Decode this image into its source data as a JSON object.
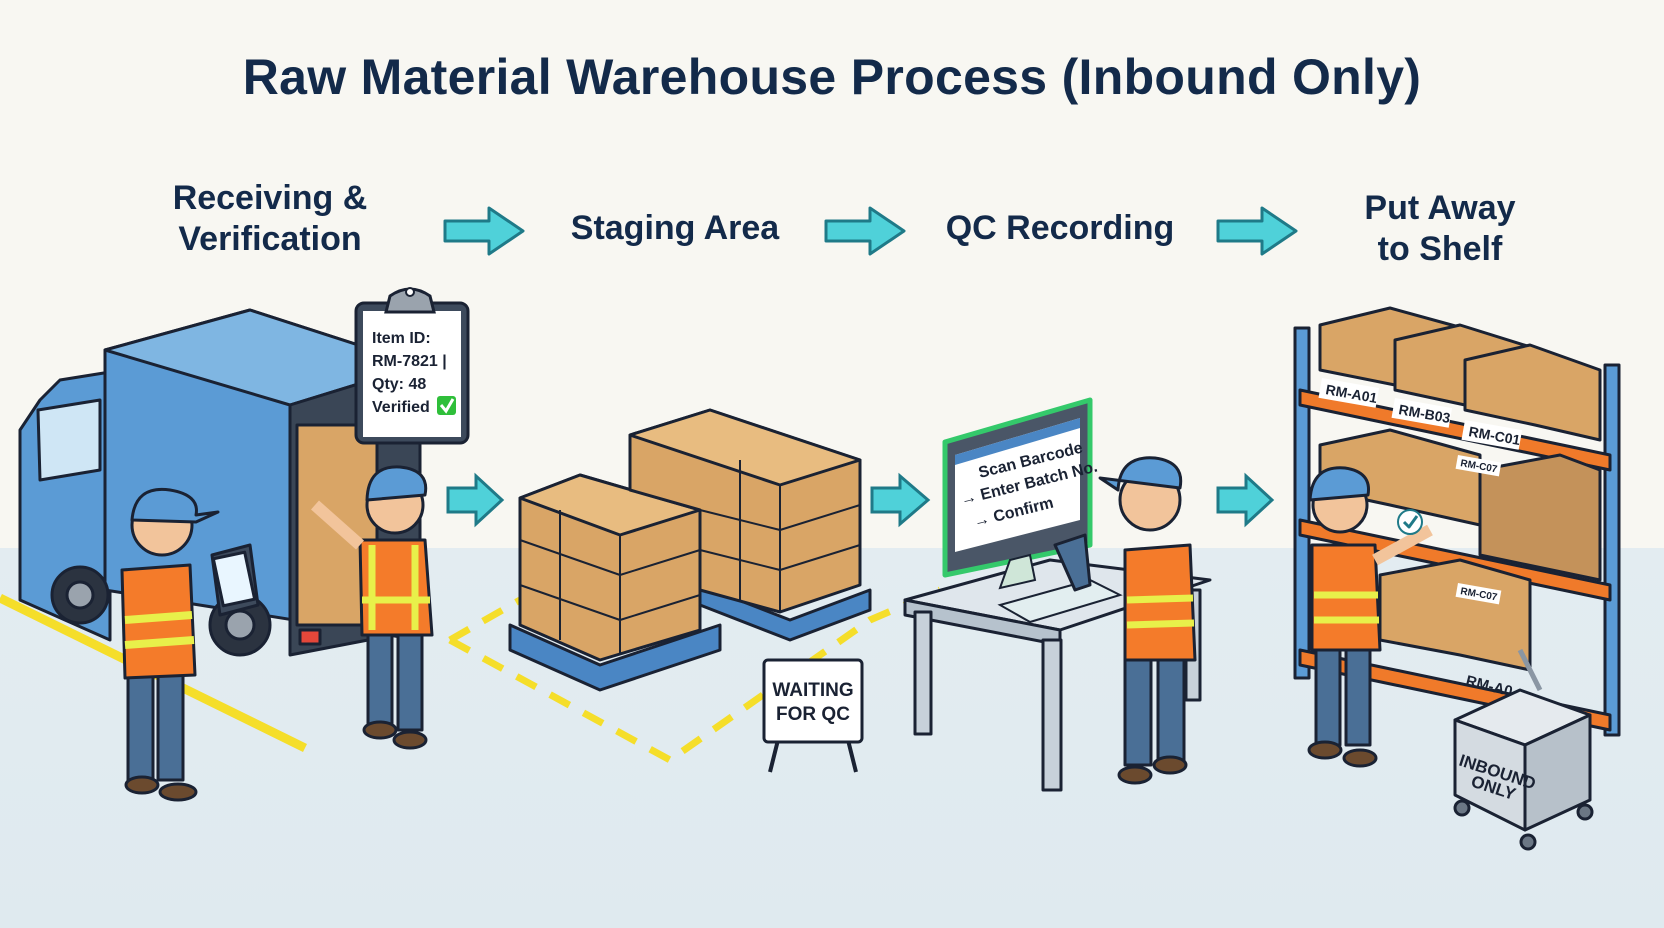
{
  "title": "Raw Material Warehouse Process (Inbound Only)",
  "steps": [
    {
      "label_line1": "Receiving &",
      "label_line2": "Verification"
    },
    {
      "label_line1": "Staging Area",
      "label_line2": ""
    },
    {
      "label_line1": "QC Recording",
      "label_line2": ""
    },
    {
      "label_line1": "Put Away",
      "label_line2": "to Shelf"
    }
  ],
  "clipboard": {
    "line1": "Item ID:",
    "line2": "RM-7821 |",
    "line3": "Qty: 48",
    "line4": "Verified",
    "check_icon": "green-checkmark"
  },
  "sign": {
    "line1": "WAITING",
    "line2": "FOR QC"
  },
  "monitor": {
    "line1": "Scan Barcode",
    "line2": "→ Enter Batch No.",
    "line3": "→ Confirm"
  },
  "shelf_labels": [
    "RM-A01",
    "RM-B03",
    "RM-C01",
    "RM-C07",
    "RM-C07",
    "RM-A0"
  ],
  "cart_label": {
    "line1": "INBOUND",
    "line2": "ONLY"
  },
  "colors": {
    "title": "#132a4a",
    "arrow_fill": "#4fd1d9",
    "arrow_stroke": "#1f7a88",
    "truck": "#5b9bd5",
    "box": "#d9a566",
    "vest": "#f47b2a",
    "reflective": "#e8f04a",
    "shelf_beam": "#f07a2a",
    "floor_line": "#f5de2a"
  }
}
